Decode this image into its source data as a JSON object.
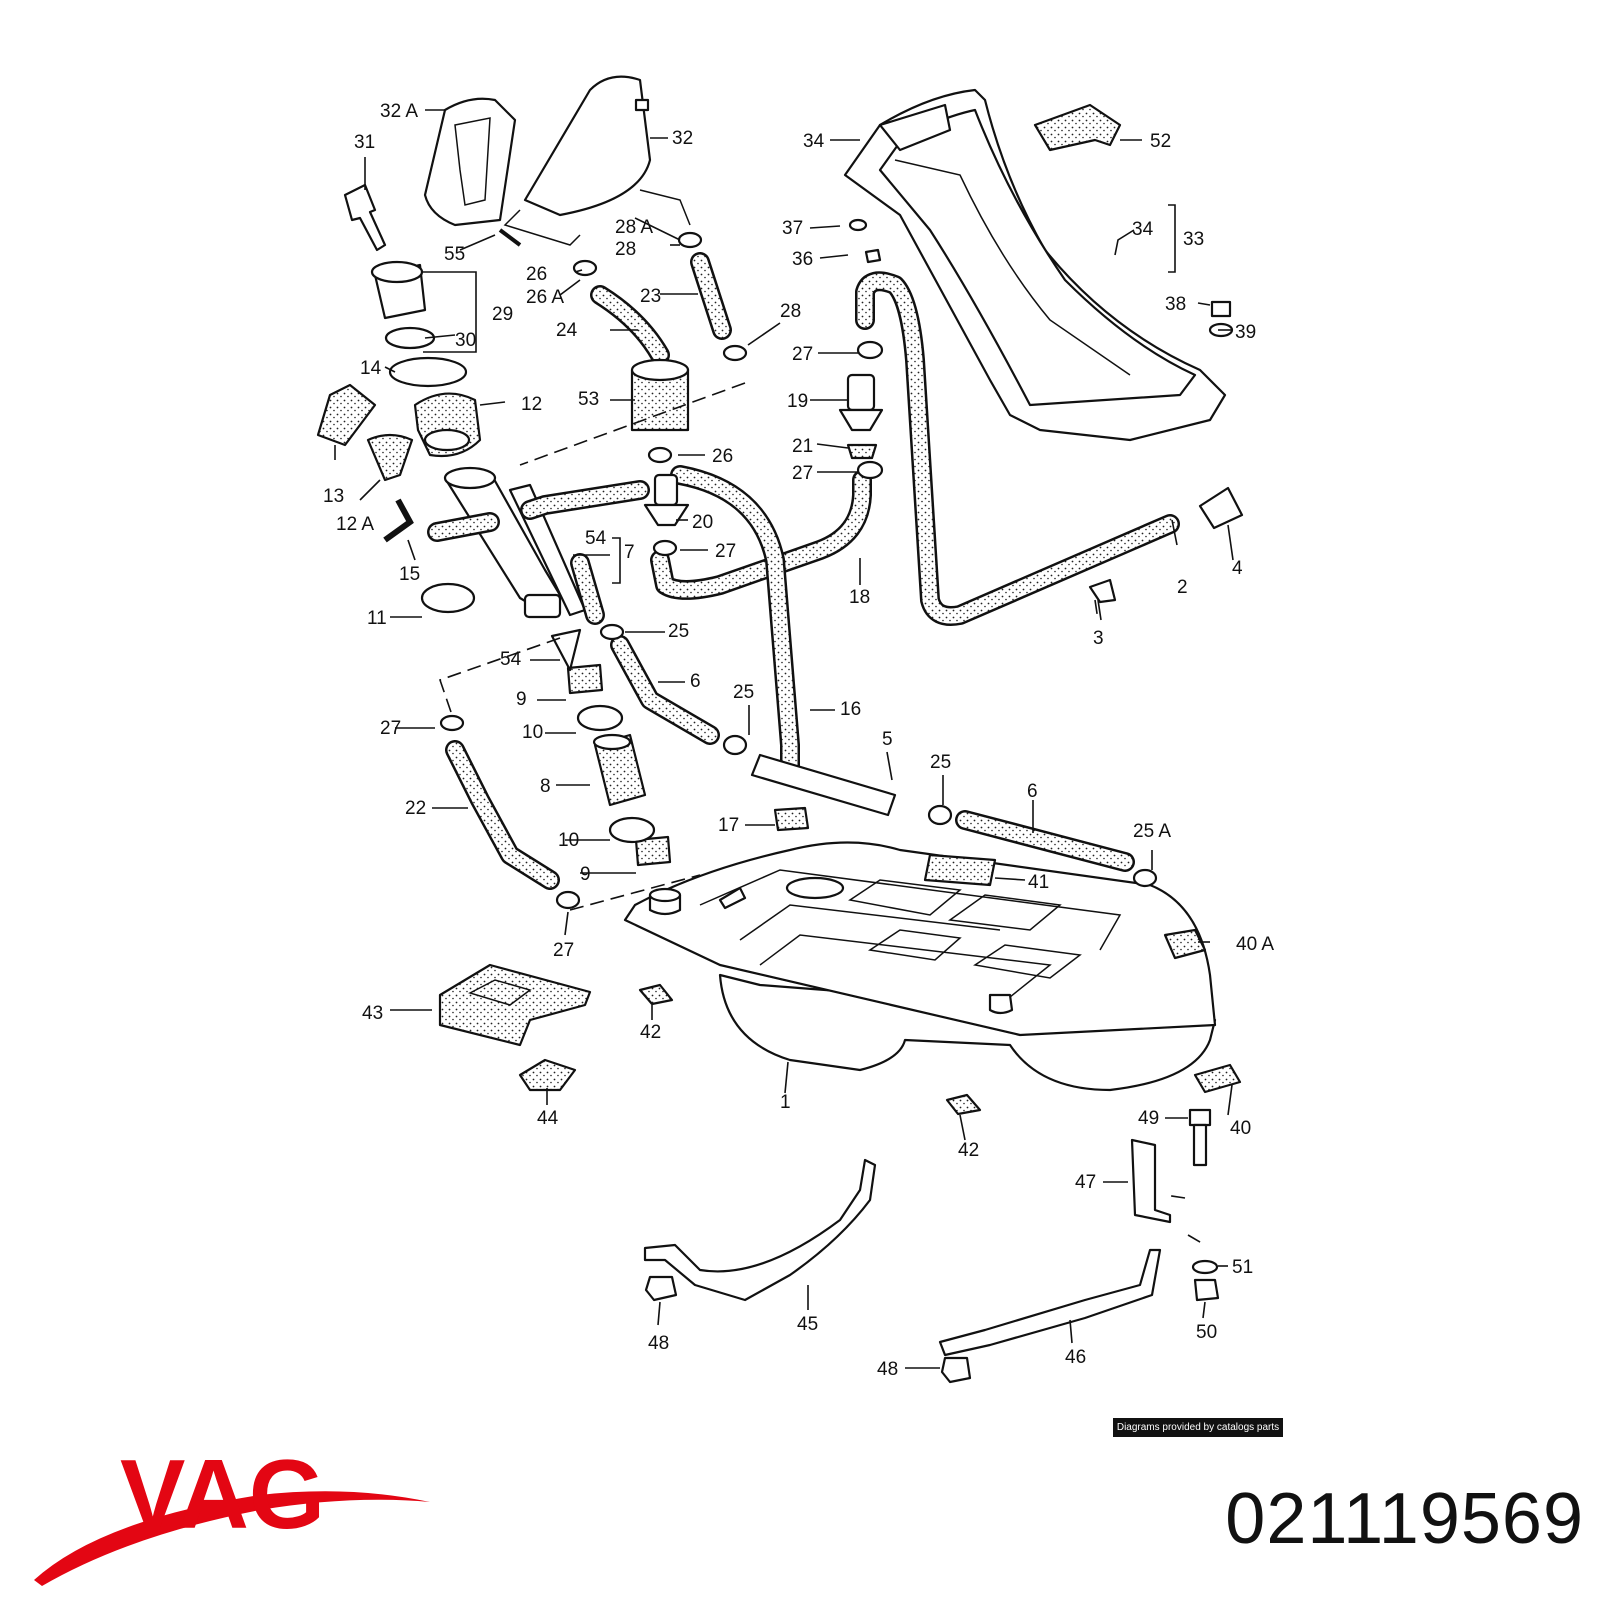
{
  "diagram": {
    "callouts": {
      "c1": "1",
      "c2": "2",
      "c3": "3",
      "c4": "4",
      "c5": "5",
      "c6a": "6",
      "c6b": "6",
      "c7": "7",
      "c8": "8",
      "c9a": "9",
      "c9b": "9",
      "c10a": "10",
      "c10b": "10",
      "c11": "11",
      "c12": "12",
      "c12a": "12 A",
      "c13": "13",
      "c14": "14",
      "c15": "15",
      "c16": "16",
      "c17": "17",
      "c18": "18",
      "c19": "19",
      "c20": "20",
      "c21": "21",
      "c22": "22",
      "c23": "23",
      "c24": "24",
      "c25a": "25",
      "c25b": "25",
      "c25c": "25",
      "c25A": "25 A",
      "c26a": "26",
      "c26A": "26 A",
      "c26b": "26",
      "c27a": "27",
      "c27b": "27",
      "c27c": "27",
      "c27d": "27",
      "c27e": "27",
      "c28a": "28",
      "c28A": "28 A",
      "c28b": "28",
      "c29": "29",
      "c30": "30",
      "c31": "31",
      "c32": "32",
      "c32A": "32 A",
      "c33": "33",
      "c34a": "34",
      "c34b": "34",
      "c36": "36",
      "c37": "37",
      "c38": "38",
      "c39": "39",
      "c40": "40",
      "c40A": "40 A",
      "c41": "41",
      "c42a": "42",
      "c42b": "42",
      "c43": "43",
      "c44": "44",
      "c45": "45",
      "c46": "46",
      "c47": "47",
      "c48a": "48",
      "c48b": "48",
      "c49": "49",
      "c50": "50",
      "c51": "51",
      "c52": "52",
      "c53": "53",
      "c54a": "54",
      "c54b": "54",
      "c55": "55"
    }
  },
  "credit": "Diagrams provided by catalogs parts",
  "brand": {
    "name": "VAG",
    "color": "#e30613"
  },
  "part_number": "021119569"
}
